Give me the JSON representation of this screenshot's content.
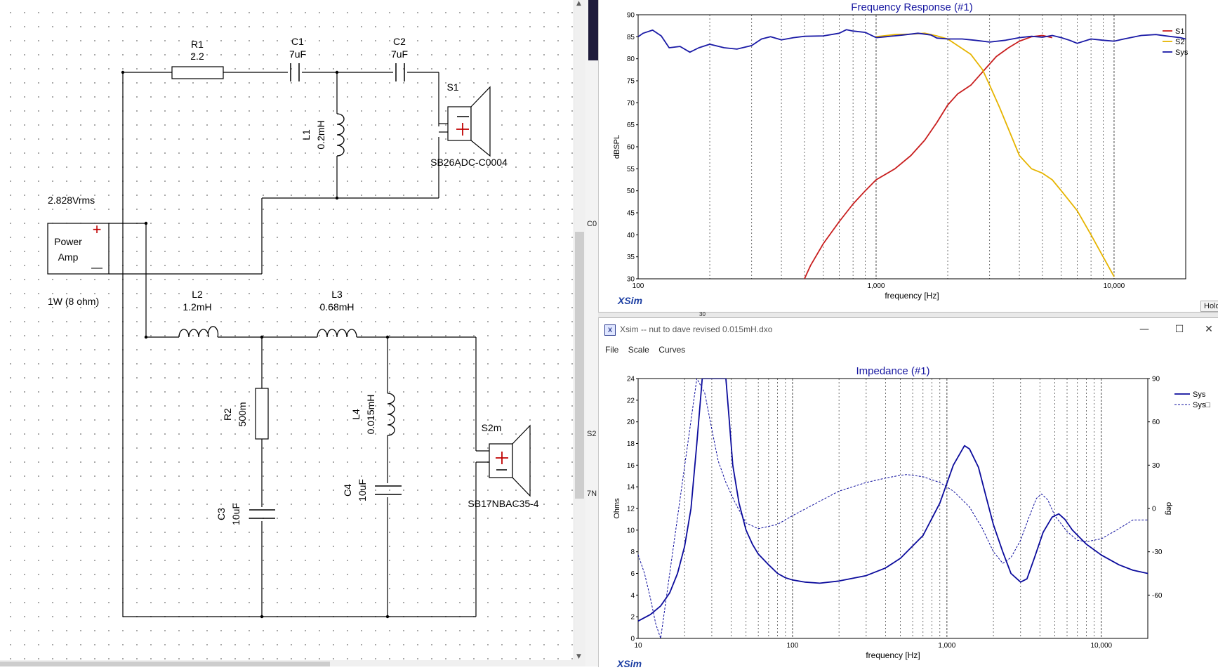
{
  "schematic": {
    "source": {
      "voltage": "2.828Vrms",
      "label_line1": "Power",
      "label_line2": "Amp",
      "power": "1W (8 ohm)",
      "plus": "+",
      "minus": "—"
    },
    "components": {
      "r1": {
        "name": "R1",
        "value": "2.2"
      },
      "c1": {
        "name": "C1",
        "value": "7uF"
      },
      "c2": {
        "name": "C2",
        "value": "7uF"
      },
      "l1": {
        "name": "L1",
        "value": "0.2mH"
      },
      "s1": {
        "name": "S1",
        "model": "SB26ADC-C0004"
      },
      "l2": {
        "name": "L2",
        "value": "1.2mH"
      },
      "l3": {
        "name": "L3",
        "value": "0.68mH"
      },
      "r2": {
        "name": "R2",
        "value": "500m"
      },
      "c3": {
        "name": "C3",
        "value": "10uF"
      },
      "l4": {
        "name": "L4",
        "value": "0.015mH"
      },
      "c4": {
        "name": "C4",
        "value": "10uF"
      },
      "s2m": {
        "name": "S2m",
        "model": "SB17NBAC35-4"
      }
    }
  },
  "background_fragments": {
    "frag1": "C0",
    "frag2": "S2",
    "frag3": "7N",
    "frag4": "30"
  },
  "freq_window": {
    "logo": "XSim",
    "hold_label": "Hold",
    "chart_data": {
      "type": "line",
      "title": "Frequency Response (#1)",
      "xlabel": "frequency [Hz]",
      "ylabel": "dBSPL",
      "x_scale": "log",
      "xlim": [
        100,
        20000
      ],
      "ylim": [
        30,
        90
      ],
      "x_ticks": [
        {
          "v": 100,
          "label": "100"
        },
        {
          "v": 1000,
          "label": "1,000"
        },
        {
          "v": 10000,
          "label": "10,000"
        }
      ],
      "y_ticks": [
        30,
        35,
        40,
        45,
        50,
        55,
        60,
        65,
        70,
        75,
        80,
        85,
        90
      ],
      "grid": true,
      "legend": "right",
      "series": [
        {
          "name": "S1",
          "color": "#c81e1e",
          "points": [
            [
              500,
              30
            ],
            [
              530,
              33
            ],
            [
              600,
              38
            ],
            [
              700,
              43
            ],
            [
              800,
              47
            ],
            [
              900,
              50
            ],
            [
              1000,
              52.5
            ],
            [
              1200,
              55
            ],
            [
              1400,
              58
            ],
            [
              1600,
              61.5
            ],
            [
              1800,
              65.5
            ],
            [
              2000,
              69.5
            ],
            [
              2200,
              72
            ],
            [
              2500,
              74
            ],
            [
              2800,
              77
            ],
            [
              3200,
              80.5
            ],
            [
              3600,
              82.5
            ],
            [
              4000,
              84
            ],
            [
              4500,
              85
            ],
            [
              5000,
              85.3
            ],
            [
              5500,
              84.8
            ]
          ]
        },
        {
          "name": "S2",
          "color": "#e6b400",
          "points": [
            [
              1000,
              85
            ],
            [
              1200,
              85.5
            ],
            [
              1400,
              85.6
            ],
            [
              1600,
              85.8
            ],
            [
              1800,
              85.2
            ],
            [
              2000,
              84.5
            ],
            [
              2200,
              83
            ],
            [
              2500,
              81
            ],
            [
              2800,
              77.5
            ],
            [
              3000,
              74
            ],
            [
              3300,
              69
            ],
            [
              3600,
              64
            ],
            [
              4000,
              58
            ],
            [
              4500,
              55
            ],
            [
              5000,
              54
            ],
            [
              5500,
              52.5
            ],
            [
              6000,
              50
            ],
            [
              7000,
              45.5
            ],
            [
              8000,
              40
            ],
            [
              9000,
              35
            ],
            [
              10000,
              30.5
            ]
          ]
        },
        {
          "name": "Sys",
          "color": "#1a1aa6",
          "points": [
            [
              100,
              85
            ],
            [
              105,
              85.8
            ],
            [
              115,
              86.5
            ],
            [
              125,
              85.2
            ],
            [
              135,
              82.5
            ],
            [
              150,
              82.8
            ],
            [
              165,
              81.5
            ],
            [
              180,
              82.5
            ],
            [
              200,
              83.3
            ],
            [
              230,
              82.5
            ],
            [
              260,
              82.2
            ],
            [
              300,
              83
            ],
            [
              330,
              84.5
            ],
            [
              360,
              85
            ],
            [
              400,
              84.3
            ],
            [
              450,
              84.8
            ],
            [
              500,
              85.1
            ],
            [
              600,
              85.2
            ],
            [
              700,
              85.8
            ],
            [
              750,
              86.6
            ],
            [
              800,
              86.3
            ],
            [
              900,
              86
            ],
            [
              1000,
              84.8
            ],
            [
              1100,
              85
            ],
            [
              1300,
              85.4
            ],
            [
              1500,
              85.8
            ],
            [
              1700,
              85.4
            ],
            [
              1800,
              84.7
            ],
            [
              2000,
              84.5
            ],
            [
              2300,
              84.5
            ],
            [
              2600,
              84.2
            ],
            [
              3000,
              83.8
            ],
            [
              3500,
              84.2
            ],
            [
              4000,
              84.8
            ],
            [
              4500,
              85.1
            ],
            [
              5000,
              84.9
            ],
            [
              5500,
              85.3
            ],
            [
              6000,
              84.8
            ],
            [
              6500,
              84.2
            ],
            [
              7000,
              83.5
            ],
            [
              8000,
              84.5
            ],
            [
              9000,
              84.2
            ],
            [
              10000,
              84
            ],
            [
              11000,
              84.5
            ],
            [
              13000,
              85.3
            ],
            [
              15000,
              85.5
            ],
            [
              17000,
              85.1
            ],
            [
              19000,
              84.8
            ],
            [
              20000,
              84.5
            ]
          ]
        }
      ]
    }
  },
  "imp_window": {
    "title": "Xsim -- nut to dave revised 0.015mH.dxo",
    "menu": [
      "File",
      "Scale",
      "Curves"
    ],
    "logo": "XSim",
    "window_controls": {
      "minimize": "—",
      "maximize": "☐",
      "close": "✕"
    },
    "chart_data": {
      "type": "line",
      "title": "Impedance (#1)",
      "xlabel": "frequency [Hz]",
      "ylabel": "Ohms",
      "y2label": "deg",
      "x_scale": "log",
      "xlim": [
        10,
        20000
      ],
      "ylim": [
        0,
        24
      ],
      "y2lim": [
        -90,
        90
      ],
      "x_ticks": [
        {
          "v": 10,
          "label": "10"
        },
        {
          "v": 100,
          "label": "100"
        },
        {
          "v": 1000,
          "label": "1,000"
        },
        {
          "v": 10000,
          "label": "10,000"
        }
      ],
      "y_ticks": [
        0,
        2,
        4,
        6,
        8,
        10,
        12,
        14,
        16,
        18,
        20,
        22,
        24
      ],
      "y2_ticks": [
        90,
        60,
        30,
        0,
        -30,
        -60
      ],
      "grid": true,
      "legend": "right",
      "series": [
        {
          "name": "Sys",
          "style": "solid",
          "axis": "left",
          "color": "#0b0b9c",
          "points": [
            [
              10,
              1.6
            ],
            [
              12,
              2.2
            ],
            [
              14,
              3
            ],
            [
              16,
              4.2
            ],
            [
              18,
              6
            ],
            [
              20,
              8.5
            ],
            [
              22,
              12
            ],
            [
              24,
              18
            ],
            [
              26,
              24
            ],
            [
              37,
              24
            ],
            [
              39,
              20
            ],
            [
              41,
              16
            ],
            [
              45,
              12.5
            ],
            [
              50,
              10
            ],
            [
              55,
              8.7
            ],
            [
              60,
              7.8
            ],
            [
              70,
              6.8
            ],
            [
              80,
              6
            ],
            [
              90,
              5.6
            ],
            [
              100,
              5.4
            ],
            [
              120,
              5.2
            ],
            [
              150,
              5.1
            ],
            [
              200,
              5.3
            ],
            [
              300,
              5.8
            ],
            [
              400,
              6.5
            ],
            [
              500,
              7.4
            ],
            [
              700,
              9.5
            ],
            [
              900,
              12.5
            ],
            [
              1100,
              16
            ],
            [
              1300,
              17.8
            ],
            [
              1400,
              17.5
            ],
            [
              1600,
              15.8
            ],
            [
              1800,
              13
            ],
            [
              2000,
              10.5
            ],
            [
              2300,
              8
            ],
            [
              2600,
              6
            ],
            [
              3000,
              5.2
            ],
            [
              3300,
              5.5
            ],
            [
              3700,
              7.5
            ],
            [
              4200,
              9.8
            ],
            [
              4800,
              11.2
            ],
            [
              5300,
              11.5
            ],
            [
              5800,
              11
            ],
            [
              6500,
              10
            ],
            [
              8000,
              8.7
            ],
            [
              10000,
              7.7
            ],
            [
              13000,
              6.8
            ],
            [
              16000,
              6.3
            ],
            [
              20000,
              6
            ]
          ]
        },
        {
          "name": "Sys",
          "style": "dashed",
          "axis": "right",
          "color": "#0b0b9c",
          "points": [
            [
              10,
              -32
            ],
            [
              11,
              -45
            ],
            [
              12,
              -62
            ],
            [
              13,
              -80
            ],
            [
              14,
              -90
            ],
            [
              24,
              90
            ],
            [
              27,
              80
            ],
            [
              30,
              55
            ],
            [
              33,
              33
            ],
            [
              37,
              18
            ],
            [
              42,
              5
            ],
            [
              50,
              -10
            ],
            [
              60,
              -14
            ],
            [
              80,
              -11
            ],
            [
              100,
              -5
            ],
            [
              150,
              5
            ],
            [
              200,
              12
            ],
            [
              300,
              18
            ],
            [
              400,
              21
            ],
            [
              500,
              23
            ],
            [
              550,
              23.5
            ],
            [
              700,
              22
            ],
            [
              900,
              18
            ],
            [
              1100,
              12
            ],
            [
              1400,
              1
            ],
            [
              1700,
              -14
            ],
            [
              2000,
              -30
            ],
            [
              2300,
              -38
            ],
            [
              2600,
              -34
            ],
            [
              3000,
              -22
            ],
            [
              3400,
              -6
            ],
            [
              3800,
              7
            ],
            [
              4100,
              10
            ],
            [
              4500,
              6
            ],
            [
              5000,
              -5
            ],
            [
              6000,
              -16
            ],
            [
              7000,
              -22
            ],
            [
              8000,
              -23
            ],
            [
              10000,
              -21
            ],
            [
              13000,
              -14
            ],
            [
              16000,
              -8
            ],
            [
              20000,
              -8
            ]
          ]
        }
      ]
    }
  }
}
